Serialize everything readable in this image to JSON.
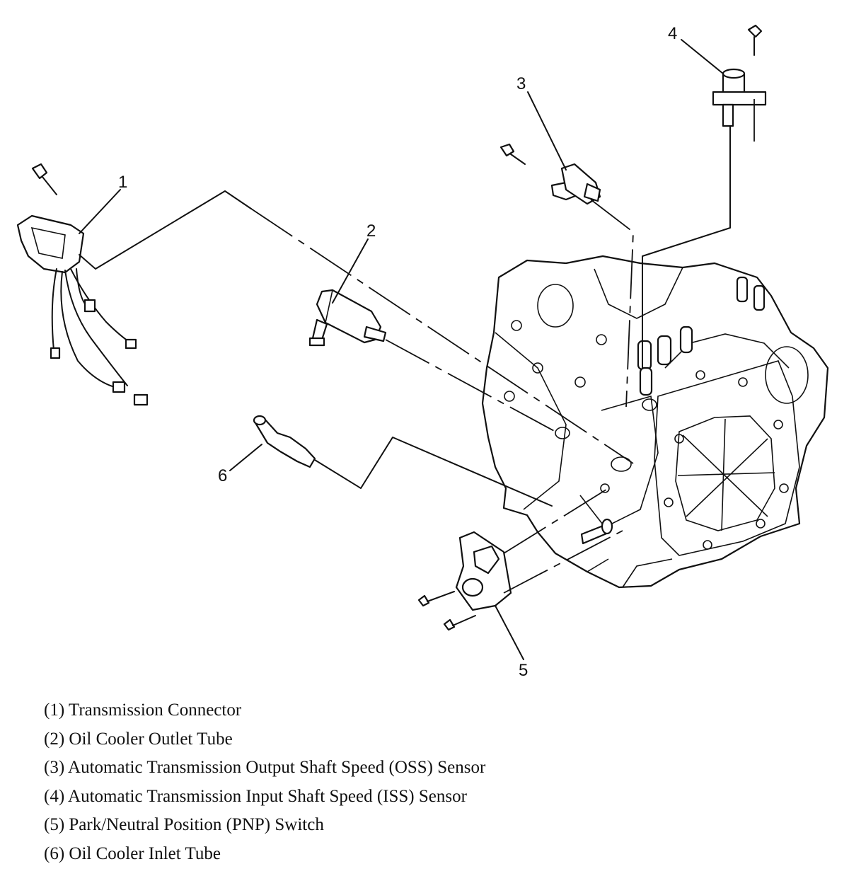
{
  "callouts": [
    {
      "number": "1",
      "text": "(1) Transmission Connector"
    },
    {
      "number": "2",
      "text": "(2) Oil Cooler Outlet Tube"
    },
    {
      "number": "3",
      "text": "(3) Automatic Transmission Output Shaft Speed (OSS) Sensor"
    },
    {
      "number": "4",
      "text": "(4) Automatic Transmission Input Shaft Speed (ISS) Sensor"
    },
    {
      "number": "5",
      "text": "(5) Park/Neutral Position (PNP) Switch"
    },
    {
      "number": "6",
      "text": "(6) Oil Cooler Inlet Tube"
    }
  ]
}
